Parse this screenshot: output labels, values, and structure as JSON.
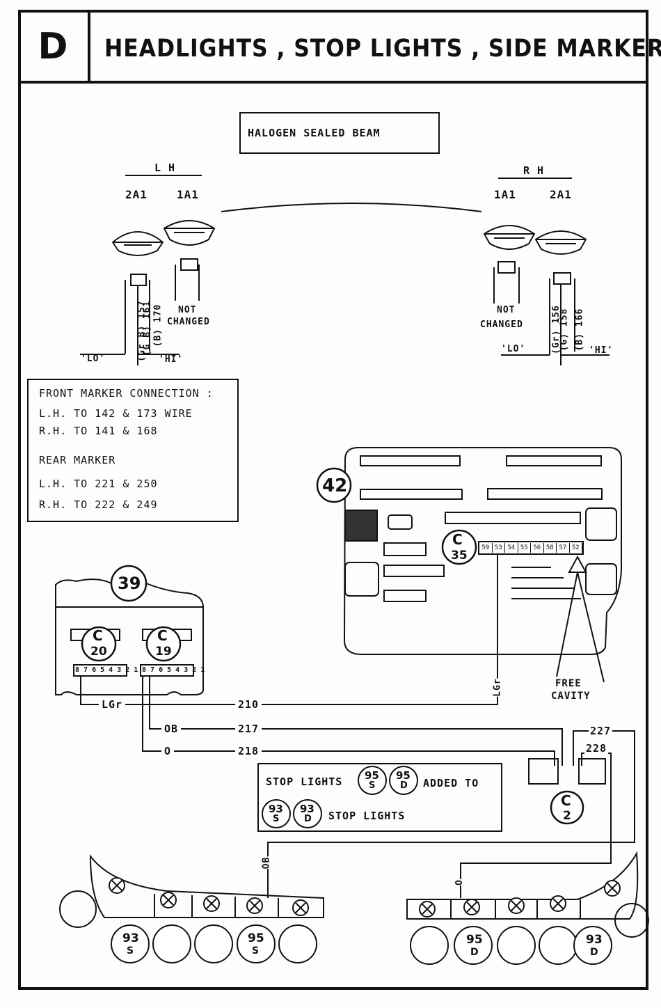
{
  "header": {
    "section_letter": "D",
    "title": "HEADLIGHTS , STOP LIGHTS , SIDE  MARKER"
  },
  "headlights": {
    "type_label": "HALOGEN   SEALED   BEAM",
    "left": {
      "side": "L H",
      "lamp_outer": "2A1",
      "lamp_inner": "1A1",
      "wires": [
        "(Gr B) 157",
        "(G B) 161",
        "(B) 170"
      ],
      "note": [
        "NOT",
        "CHANGED"
      ],
      "lo": "'LO'",
      "hi": "'HI'"
    },
    "right": {
      "side": "R H",
      "lamp_inner": "1A1",
      "lamp_outer": "2A1",
      "wires": [
        "(Gr) 156",
        "(G) 158",
        "(B) 166"
      ],
      "note": [
        "NOT",
        "CHANGED"
      ],
      "lo": "'LO'",
      "hi": "'HI'"
    }
  },
  "marker_note": {
    "front_title": "FRONT  MARKER  CONNECTION :",
    "front_lh": "L.H.  TO  142 & 173  WIRE",
    "front_rh": "R.H.  TO  141 & 168",
    "rear_title": "REAR  MARKER",
    "rear_lh": "L.H.  TO  221  &  250",
    "rear_rh": "R.H.  TO  222 &  249"
  },
  "components": {
    "c42": "42",
    "c39": "39",
    "c35": {
      "letter": "C",
      "num": "35"
    },
    "c20": {
      "letter": "C",
      "num": "20"
    },
    "c19": {
      "letter": "C",
      "num": "19"
    },
    "c2": {
      "letter": "C",
      "num": "2"
    },
    "c35_pins": [
      "59",
      "53",
      "54",
      "55",
      "56",
      "58",
      "57",
      "52"
    ],
    "c20_pins": "8 7 6 5 4 3 2 1",
    "c19_pins": "8 7 6 5 4 3 2 1"
  },
  "wires": {
    "lgr_c20": "LGr",
    "lgr_c35": "LGr",
    "w210": "210",
    "ob_c19": "OB",
    "w217": "217",
    "o_c19": "O",
    "w218": "218",
    "w227": "227",
    "w228": "228",
    "ob_rear": "OB",
    "o_rear": "O"
  },
  "free_cavity": [
    "FREE",
    "CAVITY"
  ],
  "stop_note": {
    "line1_start": "STOP  LIGHTS",
    "line1_end": "ADDED  TO",
    "line2_end": "STOP  LIGHTS",
    "b95s": {
      "num": "95",
      "sub": "S"
    },
    "b95d": {
      "num": "95",
      "sub": "D"
    },
    "b93s": {
      "num": "93",
      "sub": "S"
    },
    "b93d": {
      "num": "93",
      "sub": "D"
    }
  },
  "rear_lamps": {
    "left_93s": {
      "num": "93",
      "sub": "S"
    },
    "left_95s": {
      "num": "95",
      "sub": "S"
    },
    "right_95d": {
      "num": "95",
      "sub": "D"
    },
    "right_93d": {
      "num": "93",
      "sub": "D"
    }
  }
}
